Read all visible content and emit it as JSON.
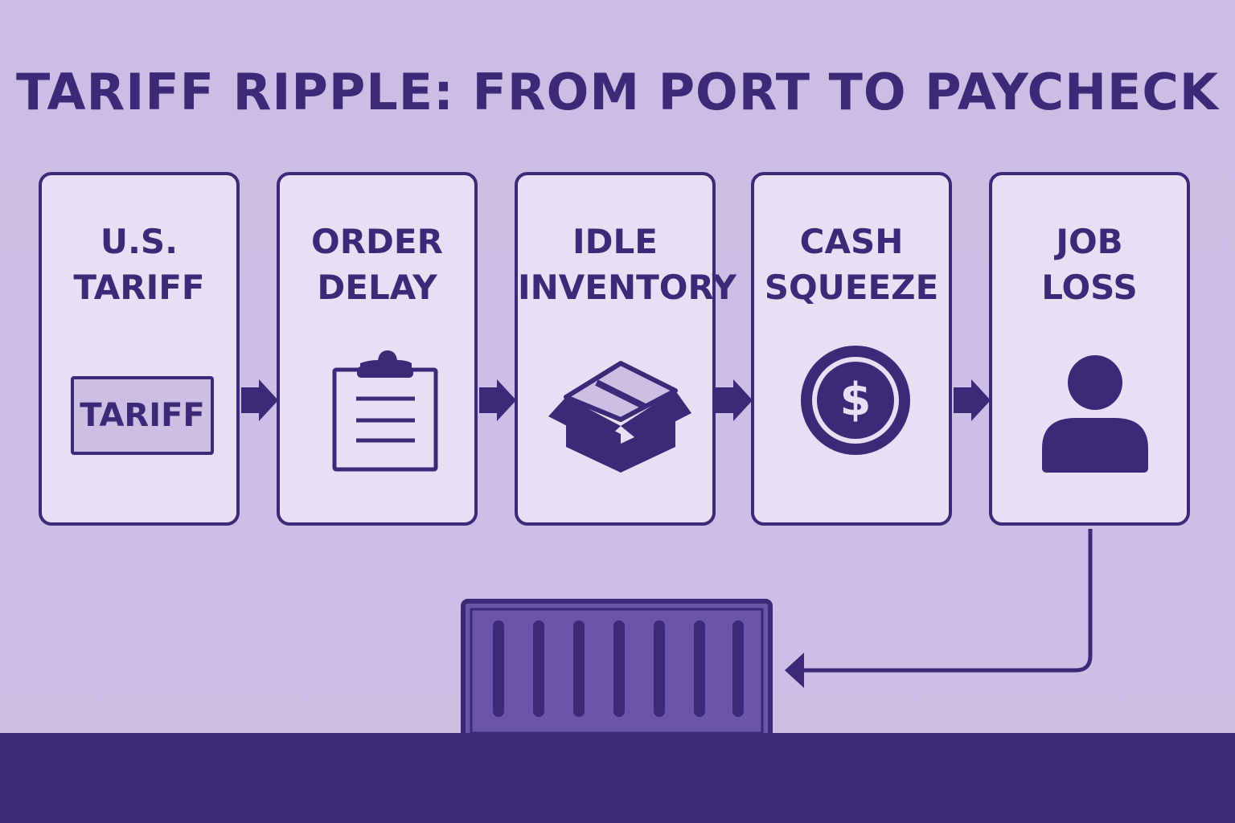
{
  "title": "TARIFF RIPPLE: FROM PORT TO PAYCHECK",
  "steps": [
    {
      "line1": "U.S.",
      "line2": "TARIFF",
      "icon": "tariff-sign-icon",
      "badge": "TARIFF"
    },
    {
      "line1": "ORDER",
      "line2": "DELAY",
      "icon": "clipboard-icon"
    },
    {
      "line1": "IDLE",
      "line2": "INVENTORY",
      "icon": "open-box-icon"
    },
    {
      "line1": "CASH",
      "line2": "SQUEEZE",
      "icon": "dollar-coin-icon"
    },
    {
      "line1": "JOB",
      "line2": "LOSS",
      "icon": "person-icon"
    }
  ],
  "colors": {
    "background": "#cdbfe4",
    "card": "#e8dff4",
    "ink": "#3b2a78",
    "container": "#6a55a6",
    "ground": "#3d2b79"
  }
}
